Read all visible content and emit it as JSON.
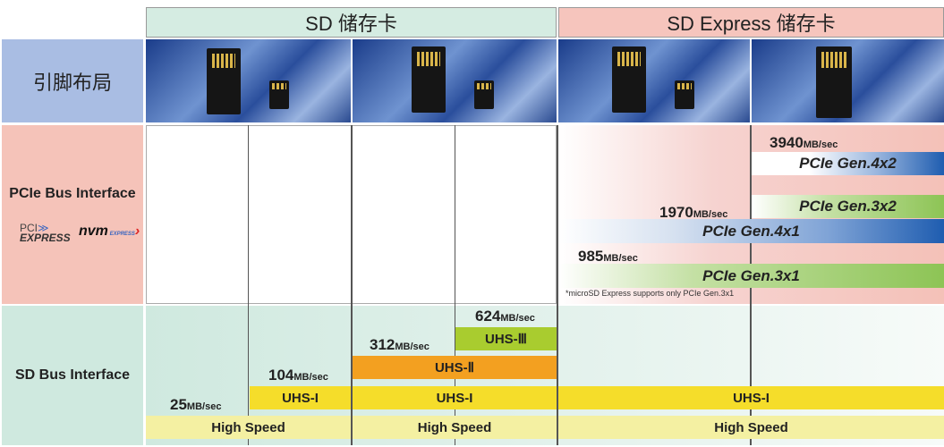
{
  "header": {
    "sd": "SD 储存卡",
    "sd_express": "SD Express 储存卡"
  },
  "rows": {
    "pinout": "引脚布局",
    "pcie": "PCIe Bus Interface",
    "sd": "SD Bus Interface"
  },
  "logos": {
    "pci_express": "PCI EXPRESS",
    "nvm_express": "nvm EXPRESS"
  },
  "unit": "MB/sec",
  "speeds": {
    "s25": "25",
    "s104": "104",
    "s312": "312",
    "s624": "624",
    "s985": "985",
    "s1970": "1970",
    "s3940": "3940"
  },
  "bars": {
    "high_speed": "High Speed",
    "uhs1": "UHS-I",
    "uhs2": "UHS-Ⅱ",
    "uhs3": "UHS-Ⅲ",
    "gen3x1": "PCIe Gen.3x1",
    "gen4x1": "PCIe Gen.4x1",
    "gen3x2": "PCIe Gen.3x2",
    "gen4x2": "PCIe Gen.4x2"
  },
  "note": "*microSD Express supports only PCIe Gen.3x1",
  "colors": {
    "green_hdr": "#d5ece2",
    "pink_hdr": "#f6c5bd",
    "label_blue": "#a9bde3",
    "label_pink": "#f5c3b9",
    "label_green": "#cfe9df",
    "yellow": "#f5dd2a",
    "orange": "#f3a020",
    "lime": "#a9cc2f",
    "light_yellow": "#f4f0a2",
    "blue": "#1f5db0",
    "green": "#8dc455"
  }
}
